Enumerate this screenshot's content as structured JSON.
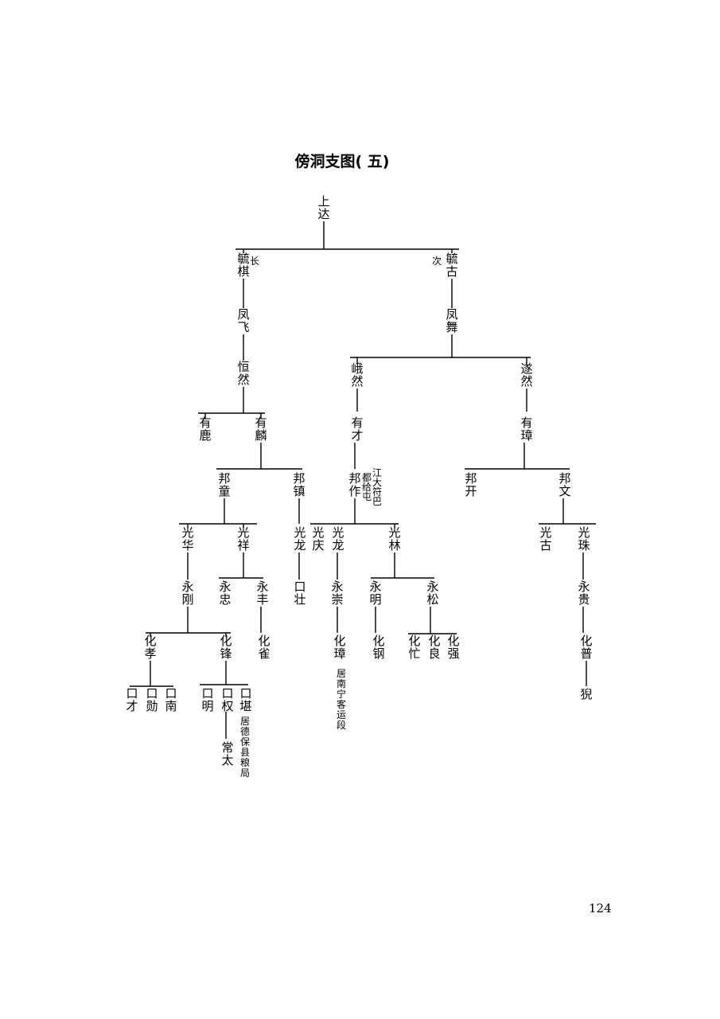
{
  "title": "傍洞支图( 五)",
  "page_number": "124",
  "nodes": {
    "shangda": "上达",
    "ming_qi": "毓棋",
    "ming_qi_note": "长",
    "ming_gu": "毓古",
    "ming_gu_note": "次",
    "fengfei": "凤飞",
    "fengwu": "凤舞",
    "hengran": "恒然",
    "eran": "峨然",
    "suiran": "遂然",
    "youlu": "有鹿",
    "youlin": "有麟",
    "youcai": "有才",
    "youzhang": "有璋",
    "bangtong": "邦童",
    "bangzhen": "邦镇",
    "bangzuo": "邦作",
    "bangzuo_note1": "江大符巴",
    "bangzuo_note2": "都给屯",
    "bangkai": "邦开",
    "bangwen": "邦文",
    "guanghua": "光华",
    "guangxiang": "光祥",
    "guanglong1": "光龙",
    "guangqing": "光庆",
    "guanglong2": "光龙",
    "guanglin": "光林",
    "guanggu": "光古",
    "guangzhu": "光珠",
    "yonggang": "永刚",
    "yongzhong": "永忠",
    "yongfeng": "永丰",
    "kouzhuang": "口壮",
    "yongchong": "永崇",
    "yongming": "永明",
    "yongsong": "永松",
    "yonggui": "永贵",
    "huaxiao": "化孝",
    "huafeng": "化锋",
    "huaque": "化雀",
    "huazhang": "化璋",
    "huazhang_note": "居南宁客运段",
    "huagang": "化钢",
    "huamang": "化忙",
    "hualiang": "化良",
    "huaqiang": "化强",
    "huapu": "化普",
    "kou_cai": "口才",
    "kou_xun": "口勋",
    "kou_nan": "口南",
    "kou_ming": "口明",
    "kou_quan": "口权",
    "kou_kan": "口堪",
    "kou_kan_note": "居德保县粮局",
    "changtai": "常太",
    "kuang": "猊"
  }
}
